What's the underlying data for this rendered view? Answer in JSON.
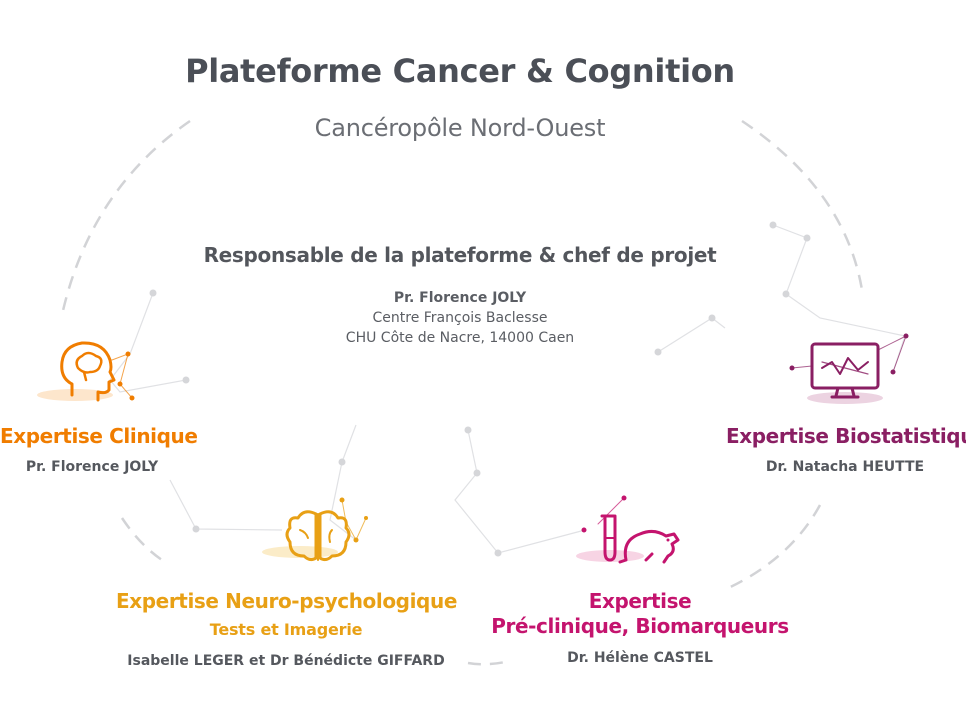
{
  "header": {
    "title": "Plateforme Cancer & Cognition",
    "subtitle": "Cancéropôle Nord-Ouest"
  },
  "lead": {
    "heading": "Responsable de la plateforme & chef de projet",
    "name": "Pr. Florence JOLY",
    "line2": "Centre François Baclesse",
    "line3": "CHU Côte de Nacre, 14000 Caen"
  },
  "expertises": [
    {
      "title": "Expertise Clinique",
      "person": "Pr. Florence JOLY",
      "icon": "head-brain-icon",
      "color": "#f07d00"
    },
    {
      "title": "Expertise Neuro-psychologique",
      "subtitle": "Tests et Imagerie",
      "person": "Isabelle LEGER et Dr Bénédicte GIFFARD",
      "icon": "brain-icon",
      "color": "#e8a015"
    },
    {
      "title_line1": "Expertise",
      "title_line2": "Pré-clinique, Biomarqueurs",
      "person": "Dr. Hélène CASTEL",
      "icon": "test-tube-mouse-icon",
      "color": "#c4146e"
    },
    {
      "title": "Expertise Biostatistique",
      "person": "Dr. Natacha HEUTTE",
      "icon": "monitor-chart-icon",
      "color": "#8a1f63"
    }
  ],
  "colors": {
    "title": "#4b4f57",
    "text": "#55585e",
    "dash": "#d2d3d6",
    "network": "#d5d6d9"
  }
}
